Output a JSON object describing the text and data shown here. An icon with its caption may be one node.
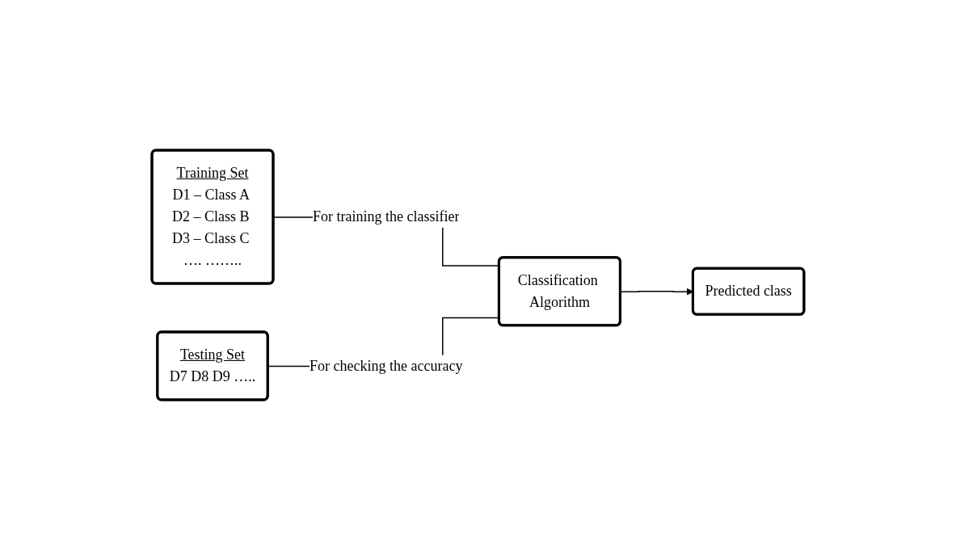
{
  "diagram": {
    "nodes": [
      {
        "text": [
          "Training Set",
          "D1 – Class A D2 – Class B D3 – Class C …. …….."
        ]
      },
      {
        "text": [
          "Testing Set",
          "D7 D8 D9 ….."
        ]
      },
      {
        "text": [
          "Classification Algorithm"
        ]
      },
      {
        "text": [
          "Predicted class"
        ]
      }
    ],
    "edges": [
      {
        "from": 0,
        "to": 2,
        "arrow": "none",
        "label": "For training the classifier"
      },
      {
        "from": 1,
        "to": 2,
        "arrow": "none",
        "label": "For checking the accuracy"
      },
      {
        "from": 2,
        "to": 3,
        "arrow": "to"
      }
    ]
  }
}
